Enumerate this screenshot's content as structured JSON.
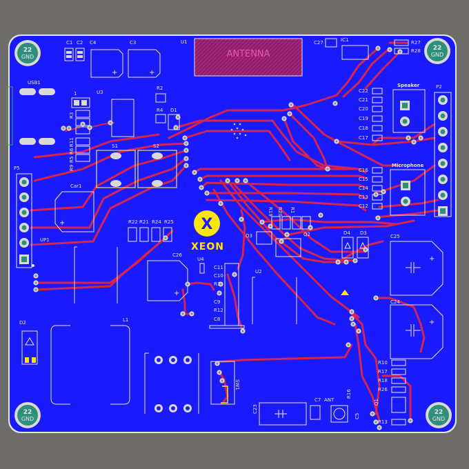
{
  "board": {
    "colors": {
      "background": "#6e6c6b",
      "board": "#1a1aff",
      "trace": "#d6244e",
      "pad": "#d9d9d9",
      "silk": "#e6e6e6",
      "logo": "#ffe600",
      "mount": "#2f8f7a",
      "antenna": "#b01e7e"
    },
    "mount_holes": [
      {
        "top": "22",
        "bottom": "GND"
      },
      {
        "top": "22",
        "bottom": "GND"
      },
      {
        "top": "22",
        "bottom": "GND"
      },
      {
        "top": "22",
        "bottom": "GND"
      }
    ],
    "antenna_label": "ANTENNA",
    "logo": {
      "letter": "X",
      "text": "XEON"
    },
    "labels": {
      "U1": "U1",
      "IC1": "IC1",
      "C27": "C27",
      "R27": "R27",
      "R28": "R28",
      "C1": "C1",
      "C2": "C2",
      "C3": "C3",
      "C4": "C4",
      "U3": "U3",
      "R2": "R2",
      "R4": "R4",
      "D1": "D1",
      "USB1": "USB1",
      "J1": "1",
      "R3": "R3",
      "R11": "R11",
      "R6": "R6",
      "R5": "R5",
      "R9": "R9",
      "S1": "S1",
      "S2": "S2",
      "Speaker": "Speaker",
      "Microphone": "Microphone",
      "P2": "P2",
      "P5": "P5",
      "Car1": "Car1",
      "UP1": "UP1",
      "R22": "R22",
      "R21": "R21",
      "R24": "R24",
      "R25": "R25",
      "R19": "R19",
      "R20": "R20",
      "R1": "R1",
      "Q3": "Q3",
      "Q2": "Q2",
      "D4": "D4",
      "D3": "D3",
      "C25": "C25",
      "C26": "C26",
      "C24": "C24",
      "U4": "U4",
      "C11": "C11",
      "C10": "C10",
      "C9": "C9",
      "R12": "R12",
      "C8": "C8",
      "U2": "U2",
      "D2": "D2",
      "L1": "L1",
      "C16": "C16",
      "C15": "C15",
      "C14": "C14",
      "C13": "C13",
      "C12": "C12",
      "C22": "C22",
      "C21": "C21",
      "C20": "C20",
      "C19": "C19",
      "C18": "C18",
      "C17": "C17",
      "R10": "R10",
      "R17": "R17",
      "R18": "R18",
      "R26": "R26",
      "Q1": "Q1",
      "R13": "R13",
      "SW1": "SW1",
      "C23": "C23",
      "ANT": "ANT",
      "C7": "C7",
      "R16": "R16",
      "C5": "C5"
    }
  }
}
